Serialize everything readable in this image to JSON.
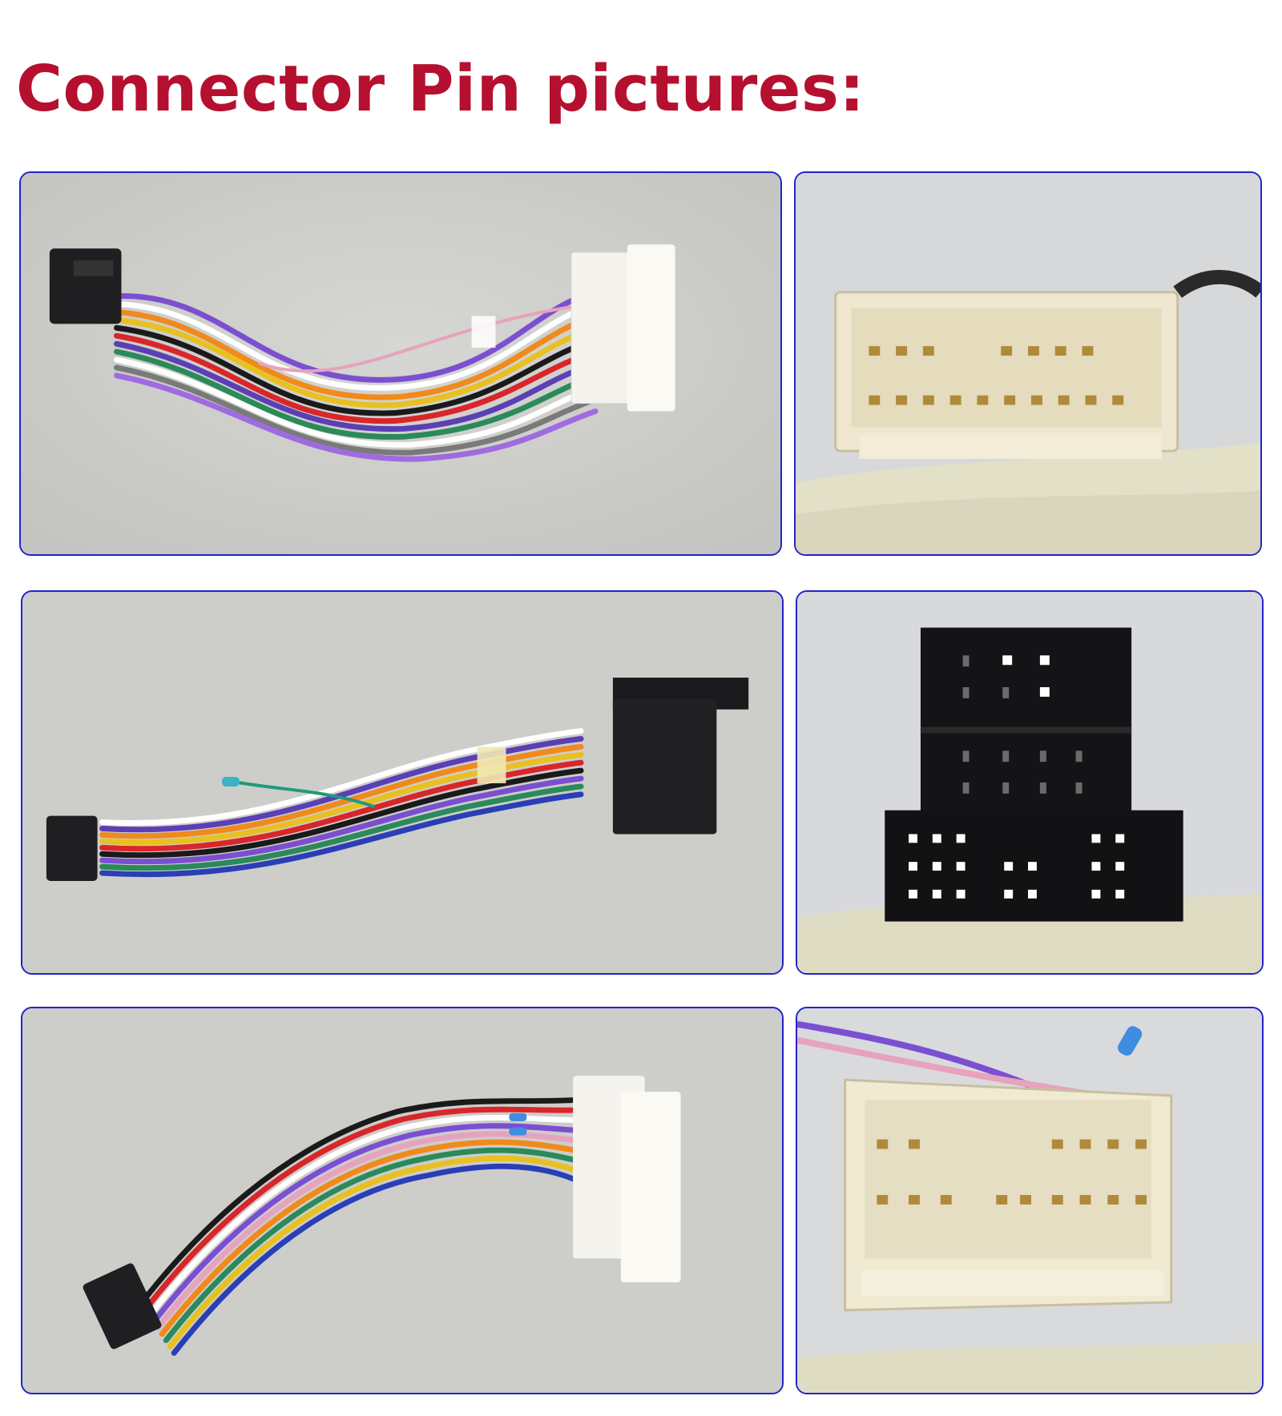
{
  "title": "Connector Pin pictures:",
  "colors": {
    "title": "#b5102f",
    "panel_border": "#2323c9",
    "backdrop": "#cfcfcc"
  },
  "panels": [
    {
      "name": "white-plug-harness",
      "kind": "photo"
    },
    {
      "name": "white-plug-pin-face",
      "kind": "photo"
    },
    {
      "name": "iso-plug-harness",
      "kind": "photo"
    },
    {
      "name": "iso-plug-pin-face",
      "kind": "photo"
    },
    {
      "name": "white-plug-harness-2",
      "kind": "photo"
    },
    {
      "name": "white-plug-pin-face-2",
      "kind": "photo"
    }
  ]
}
